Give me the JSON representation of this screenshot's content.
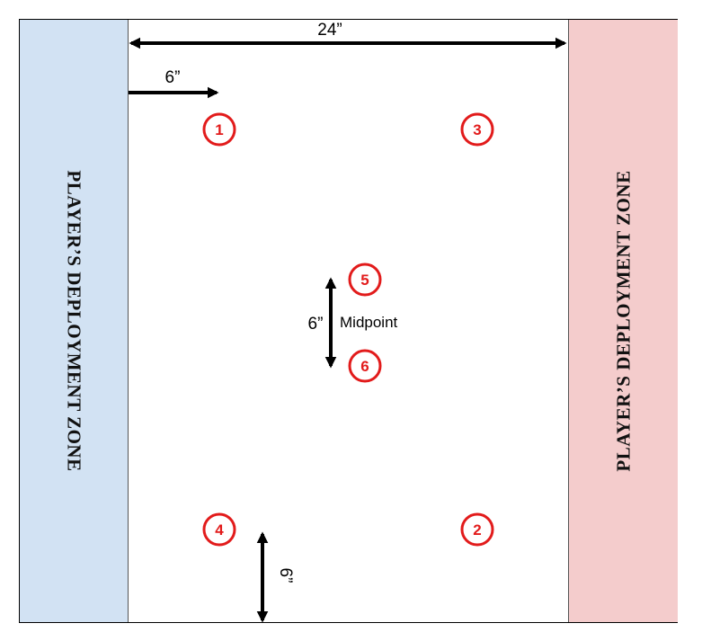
{
  "zones": {
    "left": {
      "label": "PLAYER’S DEPLOYMENT ZONE",
      "color": "#d2e2f3"
    },
    "right": {
      "label": "PLAYER’S DEPLOYMENT ZONE",
      "color": "#f4cccc"
    }
  },
  "measurements": {
    "width": "24”",
    "edge_offset": "6”",
    "midpoint_gap": "6”",
    "bottom_offset": "6”"
  },
  "midpoint_label": "Midpoint",
  "objectives": [
    "1",
    "2",
    "3",
    "4",
    "5",
    "6"
  ],
  "colors": {
    "objective": "#e21b1b",
    "arrow": "#000000"
  }
}
